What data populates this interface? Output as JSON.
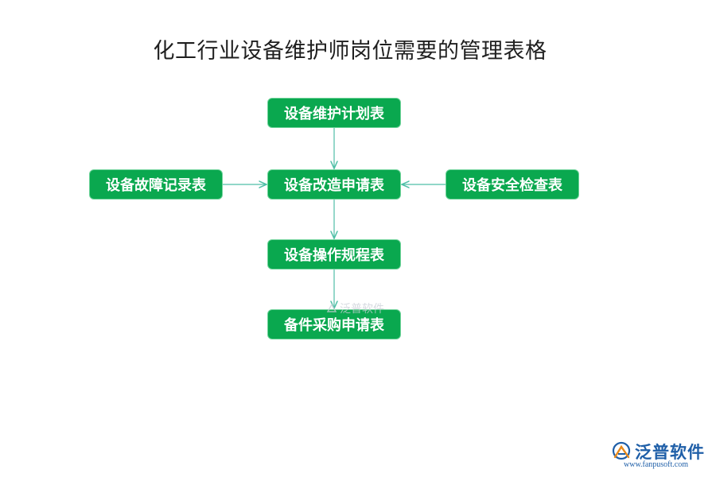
{
  "title": "化工行业设备维护师岗位需要的管理表格",
  "nodes": {
    "plan": "设备维护计划表",
    "modification": "设备改造申请表",
    "fault": "设备故障记录表",
    "safety": "设备安全检查表",
    "operation": "设备操作规程表",
    "spare": "备件采购申请表"
  },
  "watermark": "泛普软件",
  "brand": {
    "name": "泛普软件",
    "url": "www.fanpusoft.com"
  },
  "colors": {
    "node_fill": "#0aa84f",
    "connector": "#4fbfa6",
    "brand": "#1f5fa8"
  }
}
